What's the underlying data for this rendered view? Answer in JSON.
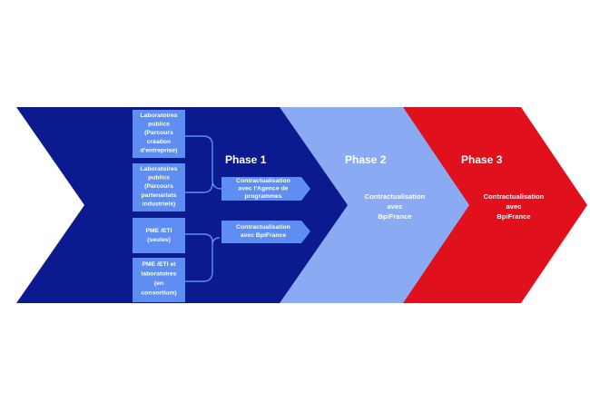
{
  "colors": {
    "background": "#ffffff",
    "phase1": "#0b1b8f",
    "phase2": "#8aaaf3",
    "phase3": "#e0101c",
    "box": "#5e8ef2",
    "connector": "#5e8ef2",
    "text": "#ffffff"
  },
  "phase1": {
    "title": "Phase 1",
    "candidates": [
      {
        "lines": [
          "Laboratoires",
          "publics",
          "(Parcours",
          "création",
          "d'entreprise)"
        ]
      },
      {
        "lines": [
          "Laboratoires",
          "publics",
          "(Parcours",
          "partenariats",
          "industriels)"
        ]
      },
      {
        "lines": [
          "PME /ETI",
          "(seules)"
        ]
      },
      {
        "lines": [
          "PME /ETI et",
          "laboratoires",
          "(en",
          "consortium)"
        ]
      }
    ],
    "contracts": [
      {
        "lines": [
          "Contractualisation",
          "avec  l'Agence de",
          "programmes"
        ]
      },
      {
        "lines": [
          "Contractualisation",
          "avec  BpiFrance"
        ]
      }
    ]
  },
  "phase2": {
    "title": "Phase 2",
    "body": [
      "Contractualisation",
      "avec",
      "BpiFrance"
    ]
  },
  "phase3": {
    "title": "Phase 3",
    "body": [
      "Contractualisation",
      "avec",
      "BpiFrance"
    ]
  }
}
